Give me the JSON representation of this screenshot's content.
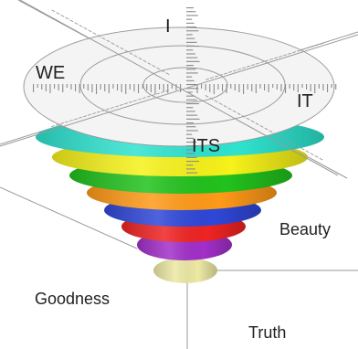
{
  "quadrants": {
    "upper_left": "I",
    "lower_left": "WE",
    "upper_right": "IT",
    "lower_right": "ITS"
  },
  "value_labels": {
    "beauty": "Beauty",
    "goodness": "Goodness",
    "truth": "Truth"
  },
  "cone_bands": [
    {
      "color": "#2fe3cf"
    },
    {
      "color": "#f6f21a"
    },
    {
      "color": "#22c21d"
    },
    {
      "color": "#ff9a18"
    },
    {
      "color": "#2f47d8"
    },
    {
      "color": "#ef2323"
    },
    {
      "color": "#a22fc9"
    },
    {
      "color": "#ece8a4"
    }
  ],
  "colors": {
    "rim_fill": "#f4f4f4",
    "line": "#9a9a9a",
    "text": "#1f1f1f"
  }
}
